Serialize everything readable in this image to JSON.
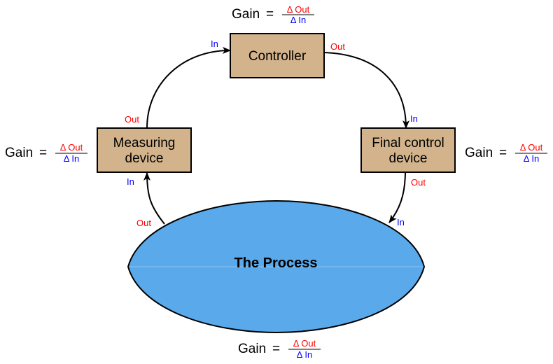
{
  "colors": {
    "box_fill": "#d3b38b",
    "box_stroke": "#000000",
    "process_fill": "#5aaaeb",
    "out_label": "#ff0000",
    "in_label": "#0000ff",
    "line": "#000000"
  },
  "gain_formula": {
    "word": "Gain",
    "equals": "=",
    "numerator": "Δ Out",
    "denominator": "Δ In"
  },
  "blocks": {
    "controller": {
      "lines": [
        "Controller"
      ],
      "in_label": "In",
      "out_label": "Out"
    },
    "measuring_device": {
      "lines": [
        "Measuring",
        "device"
      ],
      "in_label": "In",
      "out_label": "Out"
    },
    "final_control_device": {
      "lines": [
        "Final control",
        "device"
      ],
      "in_label": "In",
      "out_label": "Out"
    },
    "process": {
      "label": "The Process",
      "in_label": "In",
      "out_label": "Out"
    }
  },
  "gains": {
    "controller": {
      "word": "Gain",
      "equals": "=",
      "numerator": "Δ Out",
      "denominator": "Δ In"
    },
    "measuring_device": {
      "word": "Gain",
      "equals": "=",
      "numerator": "Δ Out",
      "denominator": "Δ In"
    },
    "final_control_device": {
      "word": "Gain",
      "equals": "=",
      "numerator": "Δ Out",
      "denominator": "Δ In"
    },
    "process": {
      "word": "Gain",
      "equals": "=",
      "numerator": "Δ Out",
      "denominator": "Δ In"
    }
  }
}
